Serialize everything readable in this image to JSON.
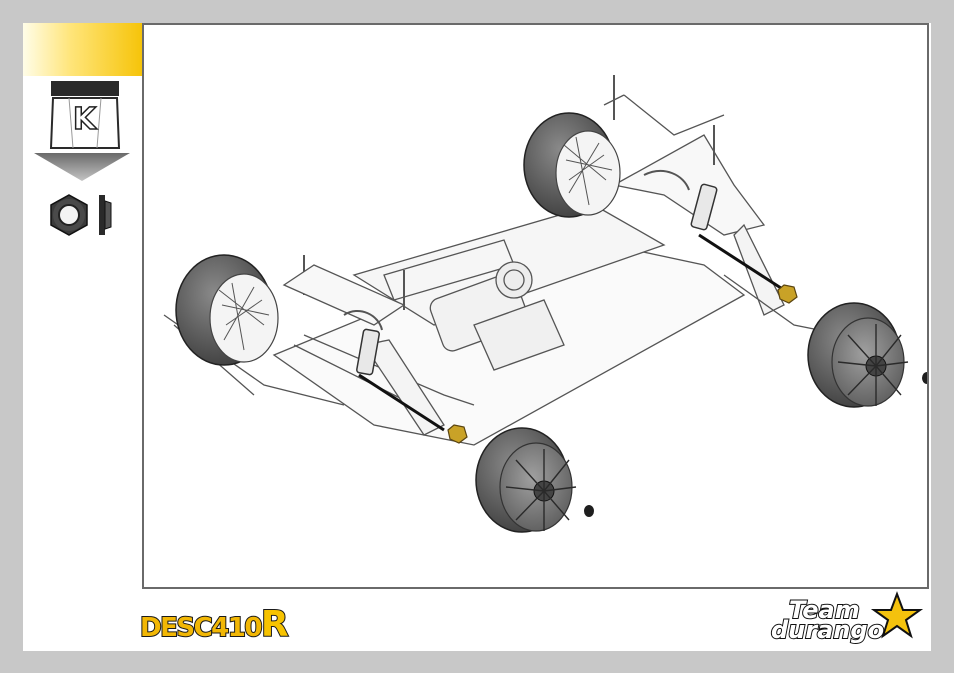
{
  "step": {
    "bag_label": "K"
  },
  "brand": {
    "product_logo": "DESC410",
    "product_logo_suffix": "R",
    "company_logo_line1": "Team",
    "company_logo_line2": "durango"
  },
  "icons": {
    "arrow": "arrow-down-icon",
    "parts": [
      "flange-nut-front-icon",
      "flange-nut-side-icon"
    ],
    "star": "star-icon"
  },
  "colors": {
    "tab_accent": "#f6c40a",
    "frame_border": "#6a6a6a",
    "background": "#c8c8c8",
    "hardware_gold": "#c9a227"
  }
}
